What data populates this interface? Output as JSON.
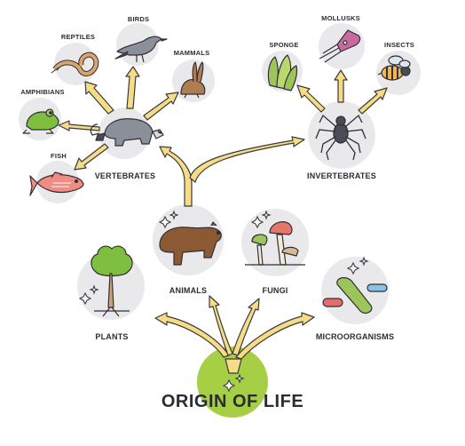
{
  "title": "ORIGIN OF LIFE",
  "labels": {
    "reptiles": "REPTILES",
    "birds": "BIRDS",
    "mammals": "MAMMALS",
    "amphibians": "AMPHIBIANS",
    "fish": "FISH",
    "vertebrates": "VERTEBRATES",
    "sponge": "SPONGE",
    "mollusks": "MOLLUSKS",
    "insects": "INSECTS",
    "invertebrates": "INVERTEBRATES",
    "animals": "ANIMALS",
    "fungi": "FUNGI",
    "plants": "PLANTS",
    "microorganisms": "MICROORGANISMS"
  },
  "colors": {
    "arrow": "#f6dc86",
    "arrow_stroke": "#3a3a3a",
    "circle": "#e9e9eb",
    "origin_circle": "#a6cf46",
    "outline": "#2f2f35"
  }
}
